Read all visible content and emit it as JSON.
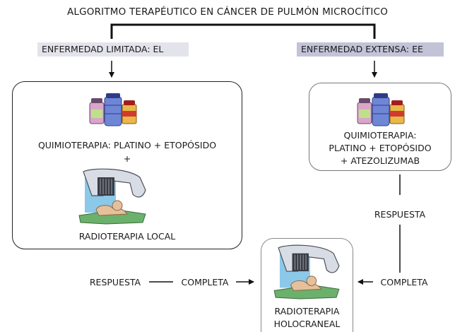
{
  "title": "ALGORITMO TERAPÉUTICO EN CÁNCER DE PULMÓN MICROCÍTICO",
  "limited": {
    "label": "ENFERMEDAD LIMITADA: EL",
    "chemo": "QUIMIOTERAPIA: PLATINO + ETOPÓSIDO",
    "plus": "+",
    "radio": "RADIOTERAPIA LOCAL",
    "response": "RESPUESTA",
    "complete": "COMPLETA"
  },
  "extensive": {
    "label": "ENFERMEDAD EXTENSA: EE",
    "chemo_line1": "QUIMIOTERAPIA:",
    "chemo_line2": "PLATINO + ETOPÓSIDO",
    "chemo_line3": "+ ATEZOLIZUMAB",
    "response": "RESPUESTA",
    "complete": "COMPLETA"
  },
  "outcome": {
    "line1": "RADIOTERAPIA",
    "line2": "HOLOCRANEAL"
  },
  "icons": {
    "chemo": "medicine-bottles-icon",
    "radio": "radiotherapy-machine-icon"
  },
  "colors": {
    "limited_bg": "#e3e3ec",
    "extensive_bg": "#c3c3d8",
    "line": "#111111"
  }
}
